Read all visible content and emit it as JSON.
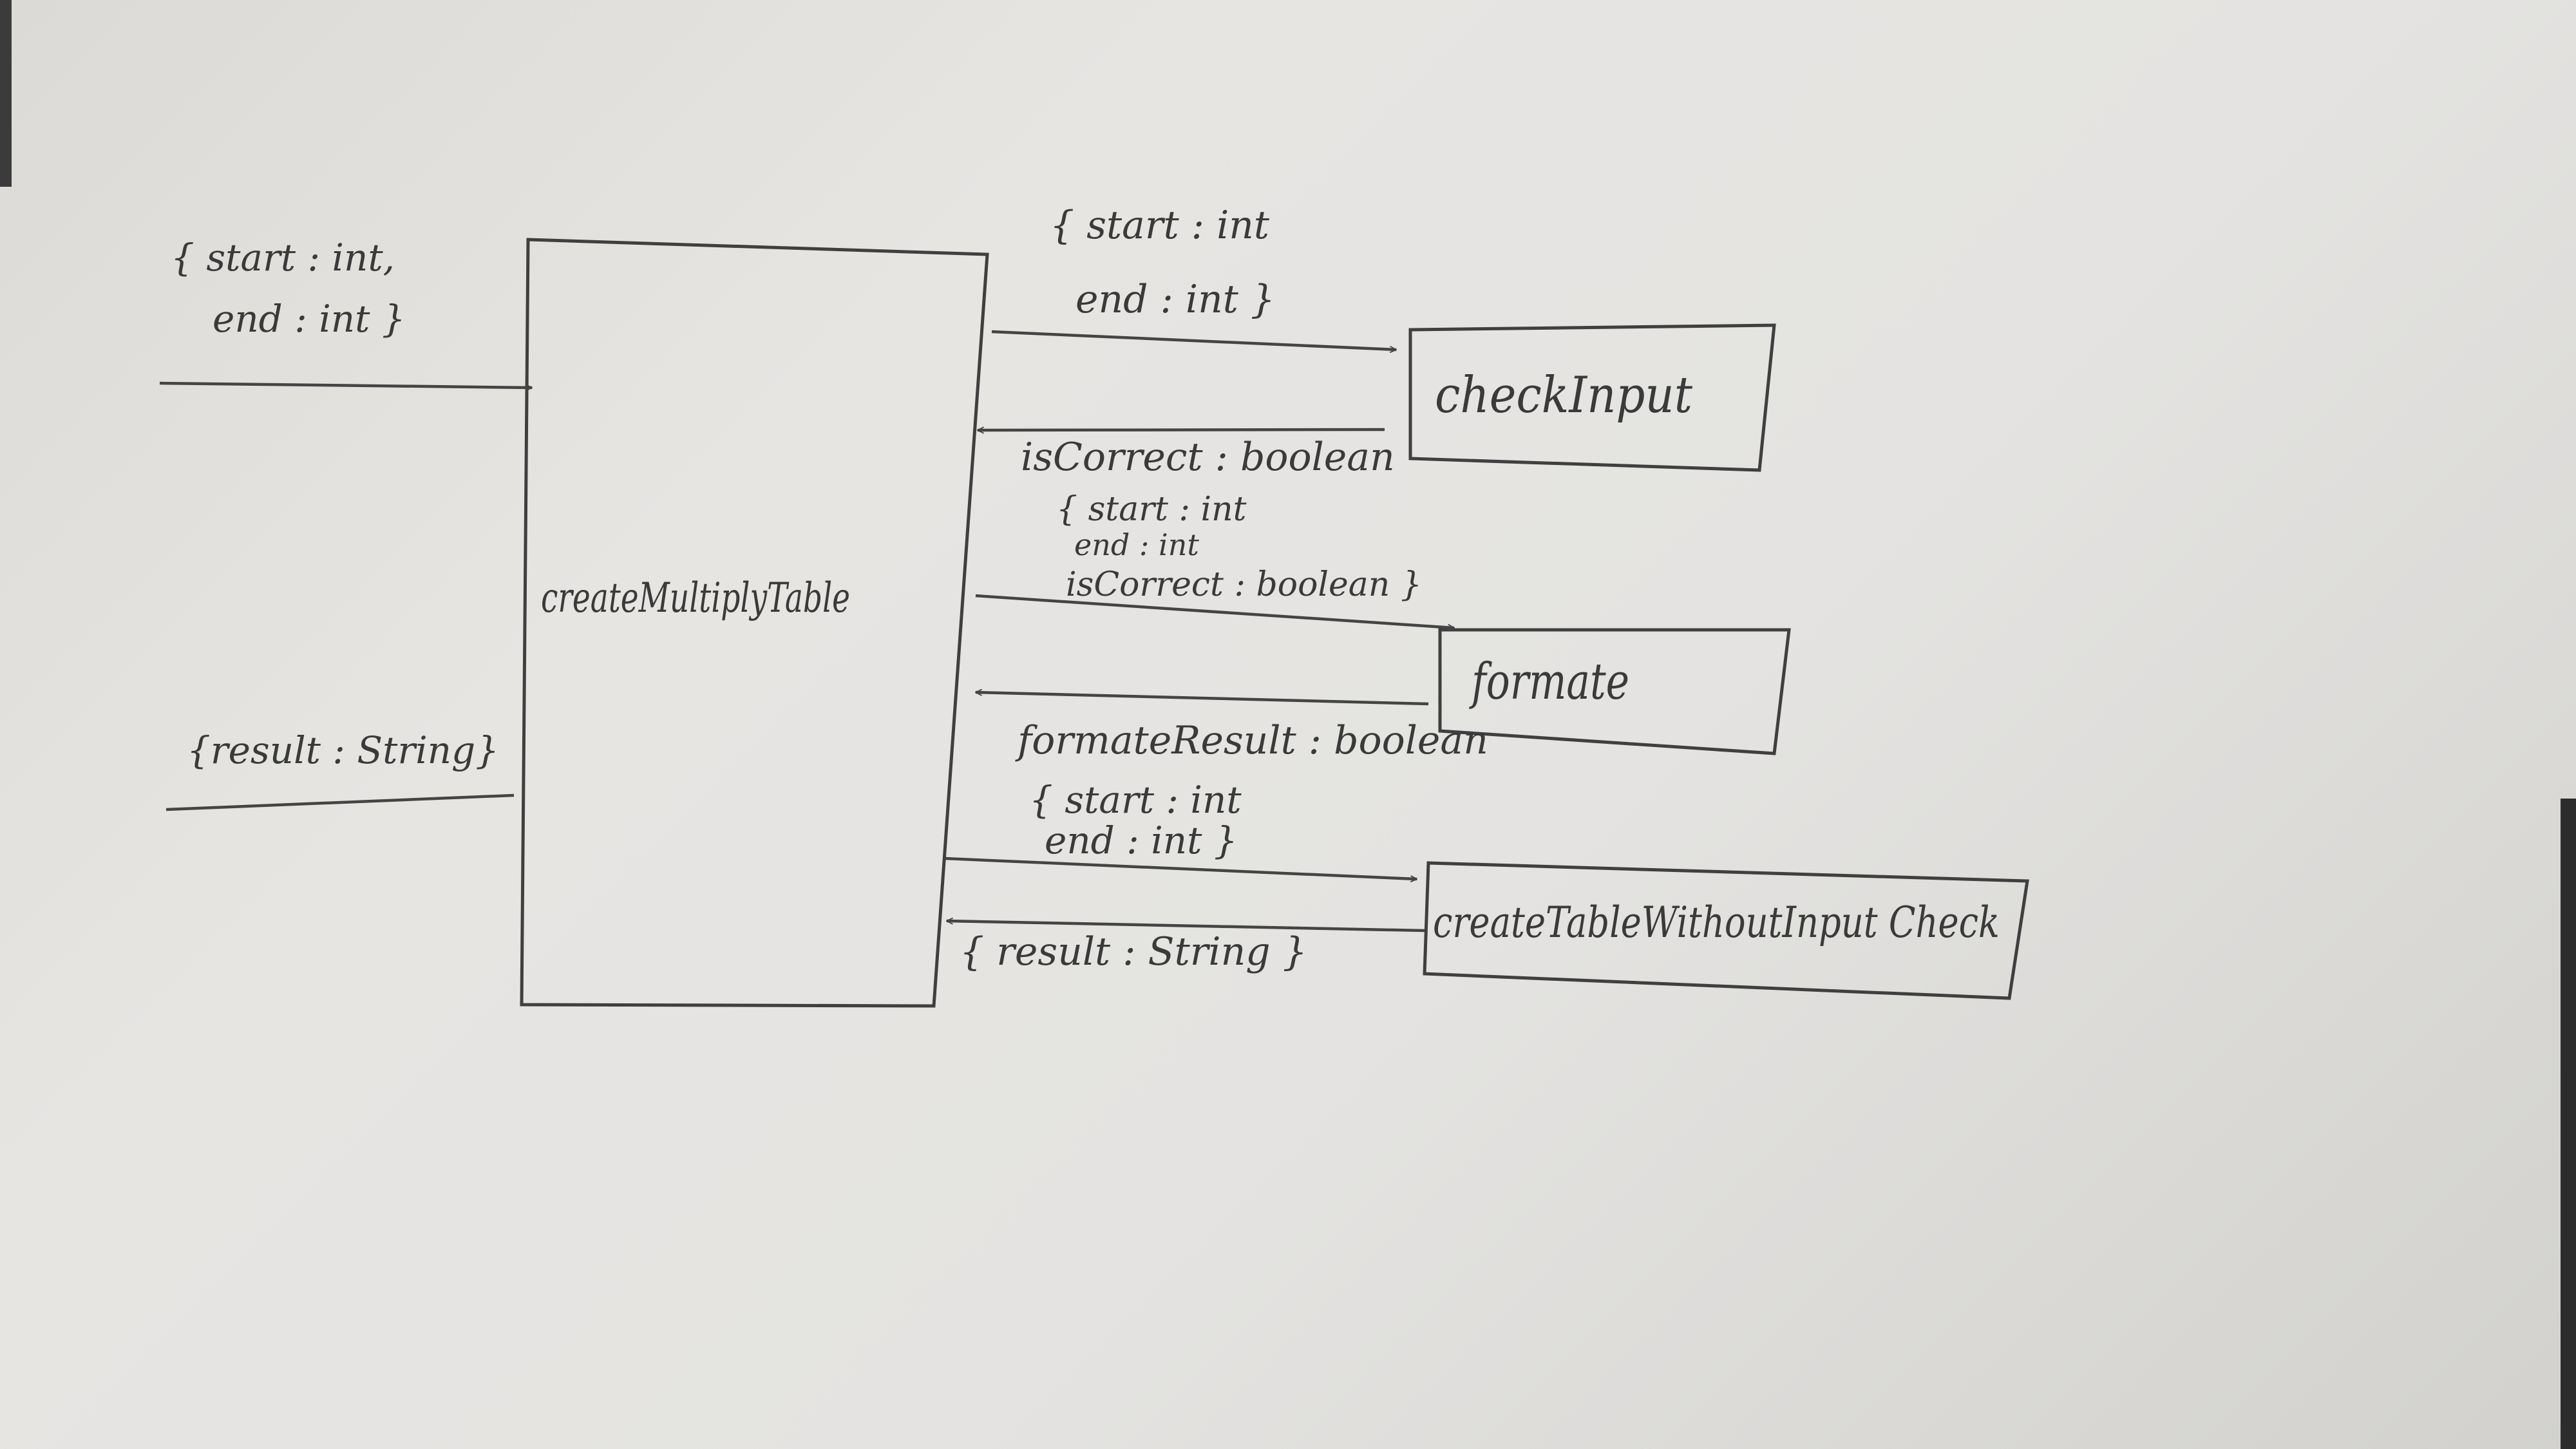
{
  "diagram": {
    "main_box": "createMultiplyTable",
    "modules": {
      "check_input": "checkInput",
      "formate": "formate",
      "create_table": "createTableWithoutInput Check"
    },
    "flows": {
      "input_line1": "{ start : int,",
      "input_line2": "end : int }",
      "output": "{result : String}",
      "to_check_line1": "{ start : int",
      "to_check_line2": "end : int }",
      "from_check": "isCorrect : boolean",
      "to_formate_line1": "{ start : int",
      "to_formate_line2": "end : int",
      "to_formate_line3": "isCorrect : boolean }",
      "from_formate": "formateResult : boolean",
      "to_create_line1": "{ start : int",
      "to_create_line2": "end : int }",
      "from_create": "{ result : String }"
    }
  }
}
